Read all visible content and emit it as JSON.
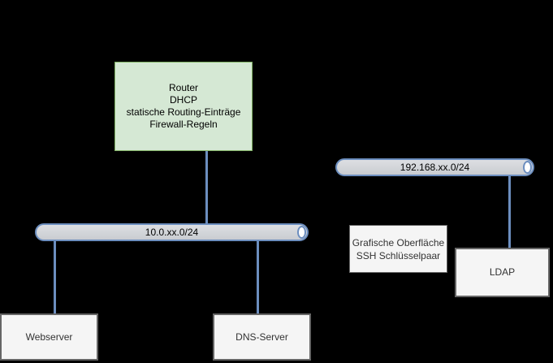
{
  "diagram": {
    "router": {
      "lines": [
        "Router",
        "DHCP",
        "statische Routing-Einträge",
        "Firewall-Regeln"
      ]
    },
    "networks": [
      {
        "id": "lan",
        "label": "10.0.xx.0/24"
      },
      {
        "id": "dmz",
        "label": "192.168.xx.0/24"
      }
    ],
    "hosts": [
      {
        "id": "webserver",
        "label": "Webserver"
      },
      {
        "id": "dns",
        "label": "DNS-Server"
      },
      {
        "id": "ldap",
        "label": "LDAP"
      }
    ],
    "note": {
      "lines": [
        "Grafische Oberfläche",
        "SSH Schlüsselpaar"
      ]
    }
  },
  "colors": {
    "background": "#000000",
    "router_fill": "#d5e8d4",
    "router_border": "#82b366",
    "bus_fill": "#d5d5d5",
    "bus_border": "#6c8ebf",
    "edge": "#6c8ebf",
    "box_fill": "#f5f5f5",
    "box_border": "#666666",
    "box_text": "#333333"
  }
}
